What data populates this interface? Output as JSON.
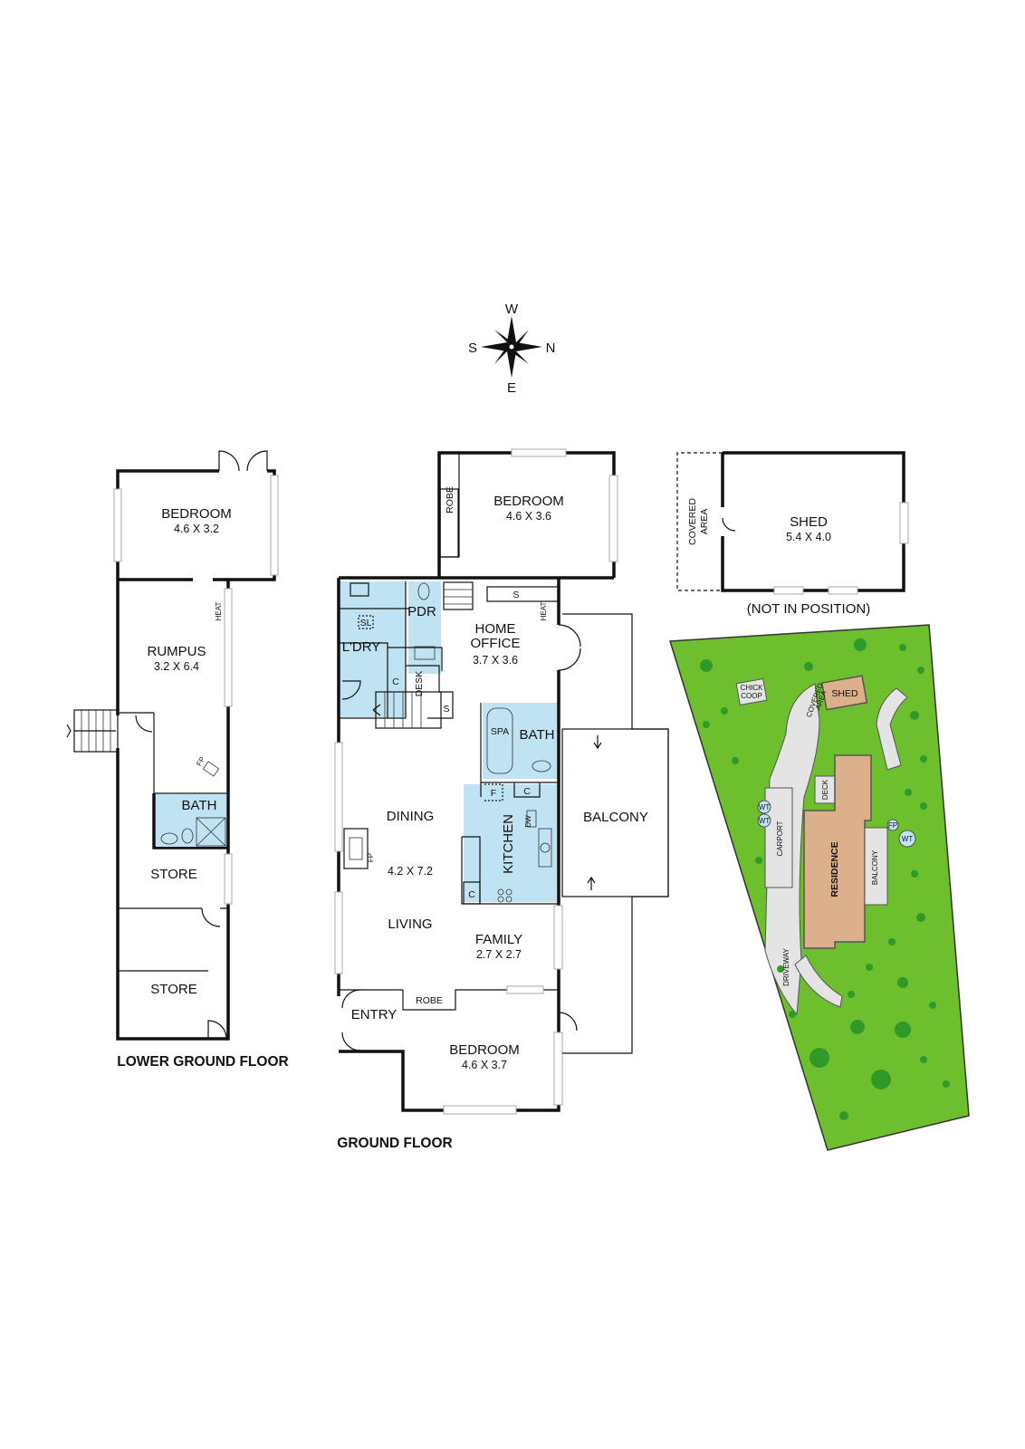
{
  "compass": {
    "top": "W",
    "left": "S",
    "right": "N",
    "bottom": "E"
  },
  "lower_ground": {
    "title": "LOWER GROUND FLOOR",
    "bedroom": {
      "name": "BEDROOM",
      "dims": "4.6 X 3.2"
    },
    "rumpus": {
      "name": "RUMPUS",
      "dims": "3.2 X 6.4"
    },
    "heat": "HEAT",
    "bath": "BATH",
    "fp": "FP",
    "store1": "STORE",
    "store2": "STORE"
  },
  "ground": {
    "title": "GROUND FLOOR",
    "bedroom1": {
      "name": "BEDROOM",
      "dims": "4.6 X 3.6"
    },
    "robe1": "ROBE",
    "s1": "S",
    "pdr": "PDR",
    "ldry": "L'DRY",
    "sl": "SL",
    "home_office": {
      "name_line1": "HOME",
      "name_line2": "OFFICE",
      "dims": "3.7 X 3.6"
    },
    "heat": "HEAT",
    "c1": "C",
    "desk": "DESK",
    "s2": "S",
    "spa": "SPA",
    "bath": "BATH",
    "f": "F",
    "c2": "C",
    "kitchen": "KITCHEN",
    "dw": "DW",
    "c3": "C",
    "dining": "DINING",
    "fp": "FP",
    "dining_dims": "4.2 X 7.2",
    "living": "LIVING",
    "family": {
      "name": "FAMILY",
      "dims": "2.7 X 2.7"
    },
    "balcony": "BALCONY",
    "entry": "ENTRY",
    "robe2": "ROBE",
    "bedroom2": {
      "name": "BEDROOM",
      "dims": "4.6 X 3.7"
    }
  },
  "shed": {
    "name": "SHED",
    "dims": "5.4 X 4.0",
    "covered_line1": "COVERED",
    "covered_line2": "AREA",
    "note": "(NOT IN POSITION)"
  },
  "site": {
    "chick_line1": "CHICK",
    "chick_line2": "COOP",
    "shed": "SHED",
    "covered_line1": "COVERED",
    "covered_line2": "AREA",
    "deck": "DECK",
    "carport": "CARPORT",
    "residence": "RESIDENCE",
    "balcony": "BALCONY",
    "driveway": "DRIVEWAY",
    "wt": "WT",
    "fp": "FP"
  }
}
